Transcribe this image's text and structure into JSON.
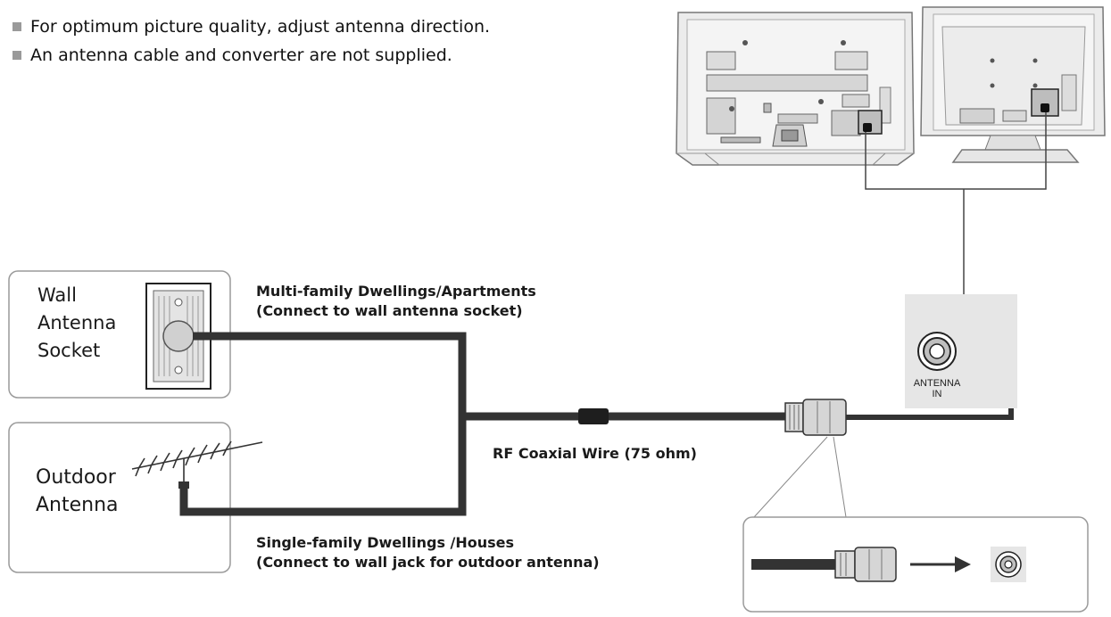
{
  "notes": [
    "For optimum picture quality, adjust antenna direction.",
    "An antenna cable and converter are not supplied."
  ],
  "sources": {
    "wall": {
      "label_lines": [
        "Wall",
        "Antenna",
        "Socket"
      ]
    },
    "outdoor": {
      "label_lines": [
        "Outdoor",
        "Antenna"
      ]
    }
  },
  "captions": {
    "multi_family": [
      "Multi-family Dwellings/Apartments",
      "(Connect to wall antenna socket)"
    ],
    "single_family": [
      "Single-family Dwellings /Houses",
      "(Connect to wall jack for outdoor antenna)"
    ],
    "cable": "RF Coaxial Wire (75 ohm)"
  },
  "jack": {
    "label_lines": [
      "ANTENNA",
      "IN"
    ]
  },
  "colors": {
    "cable": "#333333",
    "panel": "#e6e6e6",
    "box_border": "#9a9a9a",
    "tv_body": "#e9e9e9"
  },
  "icons": [
    "tv-back-icon",
    "antenna-socket-icon",
    "outdoor-antenna-icon",
    "coax-connector-icon",
    "antenna-in-jack-icon",
    "arrow-icon"
  ]
}
